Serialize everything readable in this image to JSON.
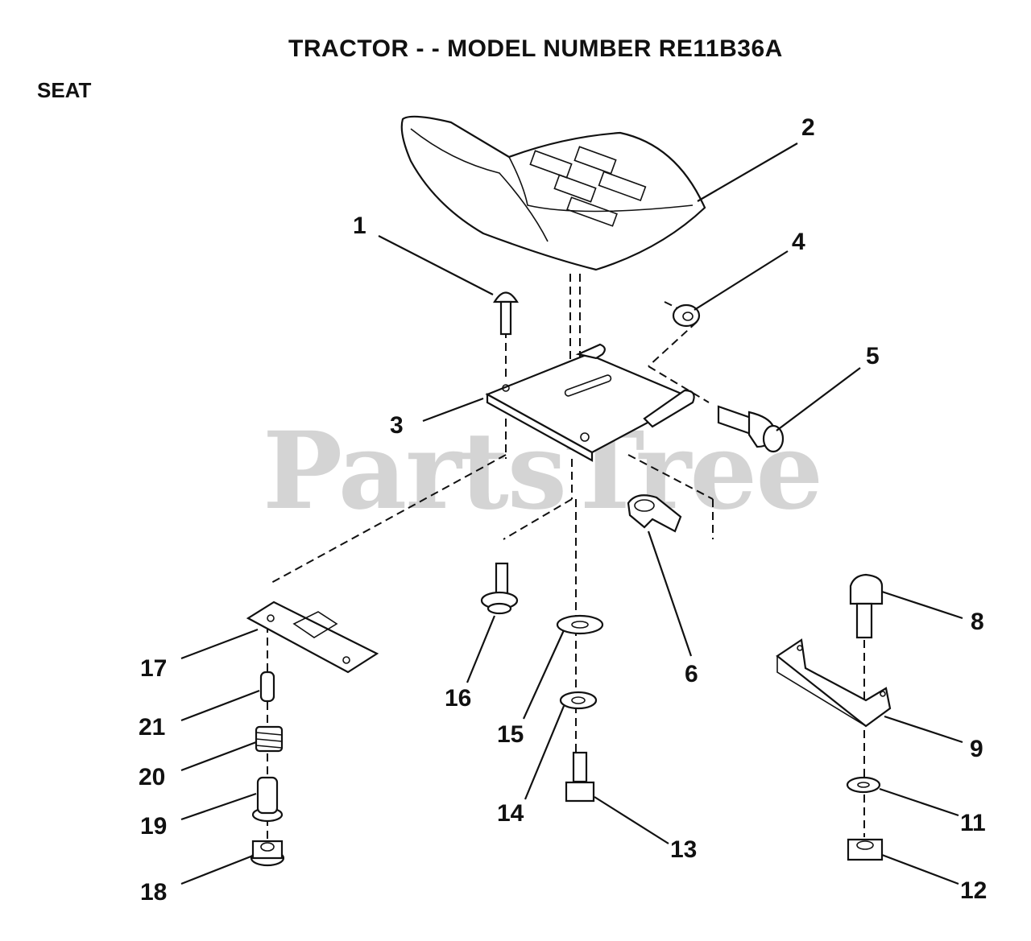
{
  "header": {
    "title": "TRACTOR - - MODEL NUMBER RE11B36A",
    "section": "SEAT"
  },
  "watermark": "PartsTree",
  "callouts": {
    "c1": "1",
    "c2": "2",
    "c3": "3",
    "c4": "4",
    "c5": "5",
    "c6": "6",
    "c8": "8",
    "c9": "9",
    "c11": "11",
    "c12": "12",
    "c13": "13",
    "c14": "14",
    "c15": "15",
    "c16": "16",
    "c17": "17",
    "c18": "18",
    "c19": "19",
    "c20": "20",
    "c21": "21"
  }
}
